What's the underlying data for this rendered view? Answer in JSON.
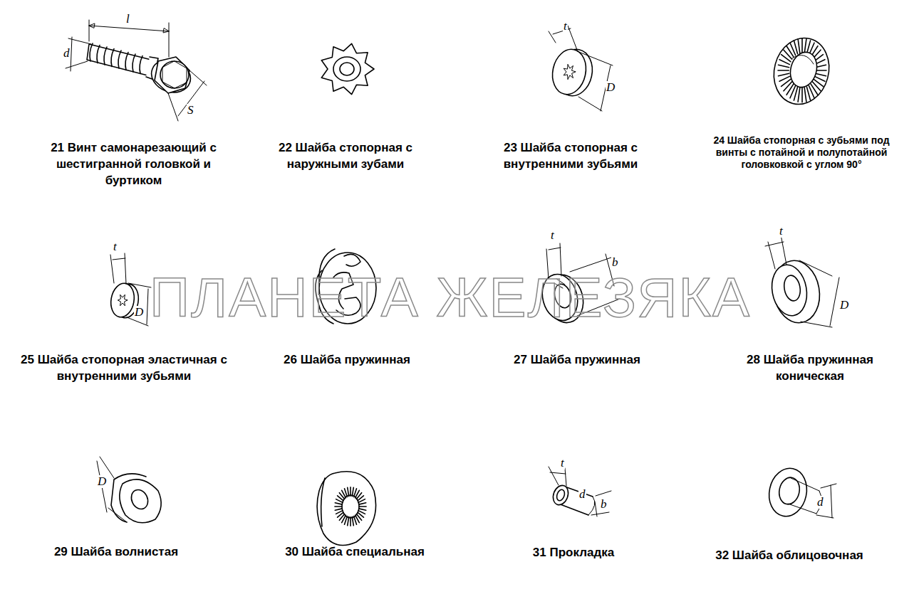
{
  "diagram": {
    "labels": [
      "l",
      "d",
      "S",
      "21 Винт самонарезающий с шестигранной головкой и буртиком",
      "22 Шайба стопорная с наружными зубами",
      "t",
      "D",
      "23 Шайба стопорная с внутренними зубьями",
      "24 Шайба стопорная с зубьями под винты с потайной и полупотайной головковкой с углом 90°",
      "t",
      "D",
      "25 Шайба стопорная эластичная с внутренними зубьями",
      "26 Шайба пружинная",
      "t",
      "b",
      "27 Шайба пружинная",
      "t",
      "D",
      "28 Шайба пружинная коническая",
      "D",
      "29 Шайба волнистая",
      "30 Шайба специальная",
      "t",
      "d",
      "b",
      "31 Прокладка",
      "d",
      "32 Шайба облицовочная",
      "ПЛАНЕТА ЖЕЛЕЗЯКА"
    ]
  }
}
